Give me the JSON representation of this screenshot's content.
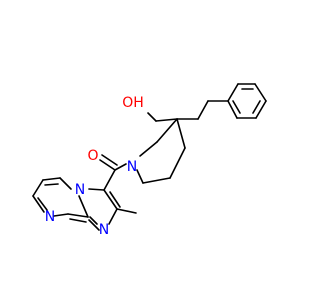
{
  "atoms": {
    "hydroxyl": {
      "text": "OH",
      "color": "#ff0000"
    },
    "carbonyl_oxygen": {
      "text": "O",
      "color": "#ff0000"
    },
    "piperidine_nitrogen": {
      "text": "N",
      "color": "#0000ff"
    },
    "bridgehead_nitrogen": {
      "text": "N",
      "color": "#0000ff"
    },
    "imidazole_nitrogen": {
      "text": "N",
      "color": "#0000ff"
    },
    "pyrimidine_nitrogen": {
      "text": "N",
      "color": "#0000ff"
    }
  }
}
